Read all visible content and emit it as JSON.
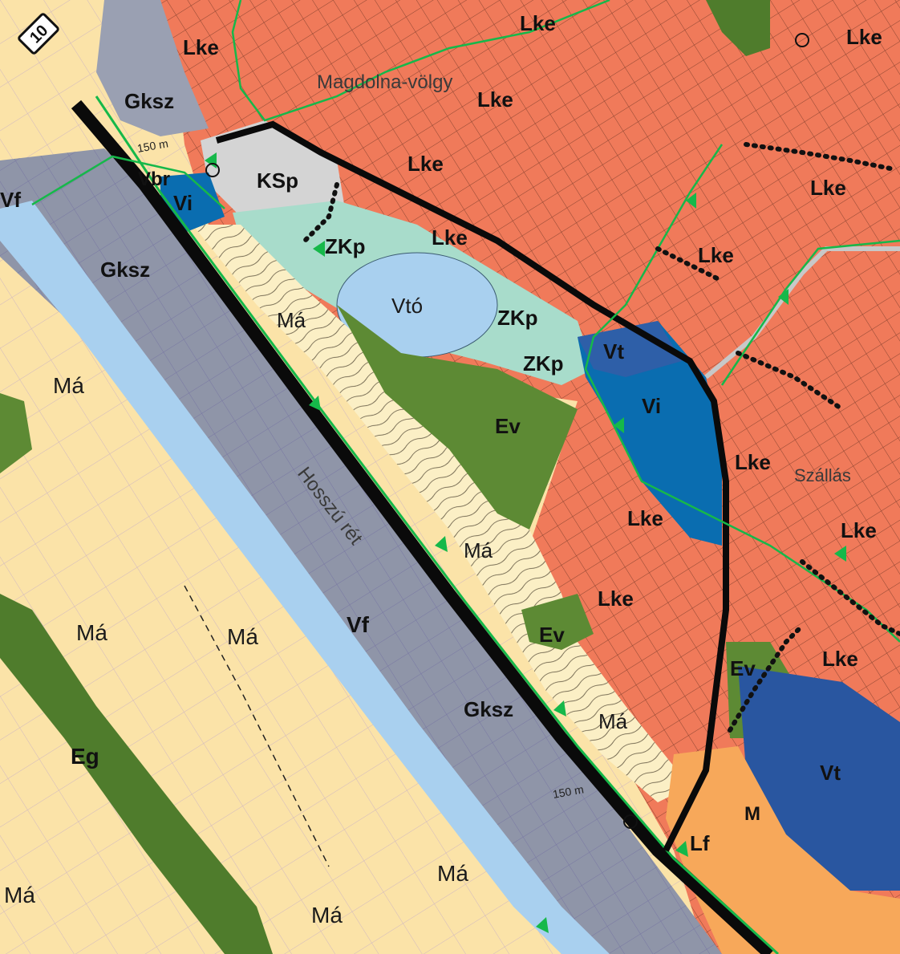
{
  "map": {
    "route_number": "10",
    "place_names": {
      "magdolna": "Magdolna-völgy",
      "hosszu_ret": "Hosszú rét",
      "szallas": "Szállás"
    },
    "distance_labels": [
      "150 m",
      "150 m"
    ],
    "zones": {
      "gksz": "Gksz",
      "lke": "Lke",
      "ksp": "KSp",
      "vi": "Vi",
      "vt": "Vt",
      "vto": "Vtó",
      "zkp": "ZKp",
      "ma": "Má",
      "ev": "Ev",
      "eg": "Eg",
      "vf": "Vf",
      "vbr": "Vbr",
      "lf": "Lf",
      "m": "M"
    },
    "colors": {
      "residential": "#f07a5a",
      "industrial": "#8f95a8",
      "agriculture": "#fbe3a8",
      "forest": "#5d8a34",
      "water_deep": "#0a6db0",
      "water_light": "#a9d0ef",
      "park": "#a8dccb",
      "special": "#d4d4d4",
      "orange_zone": "#f7a85a",
      "road": "#0a0a0a",
      "route_green": "#16b84a"
    }
  }
}
